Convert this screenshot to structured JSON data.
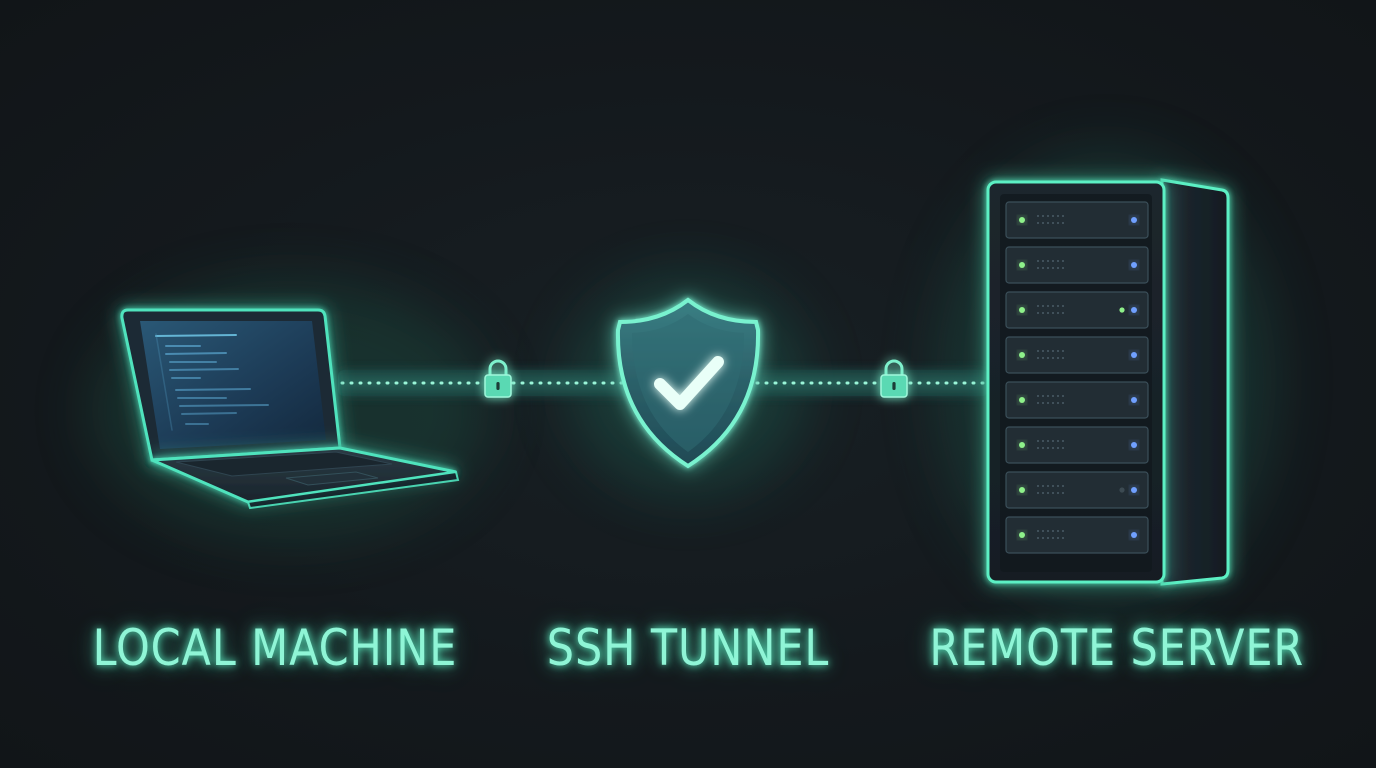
{
  "labels": {
    "local": "LOCAL MACHINE",
    "tunnel": "SSH TUNNEL",
    "remote": "REMOTE SERVER"
  },
  "icons": {
    "local": "laptop-icon",
    "tunnel": "shield-check-icon",
    "remote": "server-rack-icon",
    "link_lock": "padlock-icon"
  },
  "colors": {
    "background": "#14191d",
    "glow": "#5cf0c4",
    "label_text": "#8ff5d6",
    "status_green": "#8ef08a",
    "status_blue": "#6fa0ff"
  }
}
